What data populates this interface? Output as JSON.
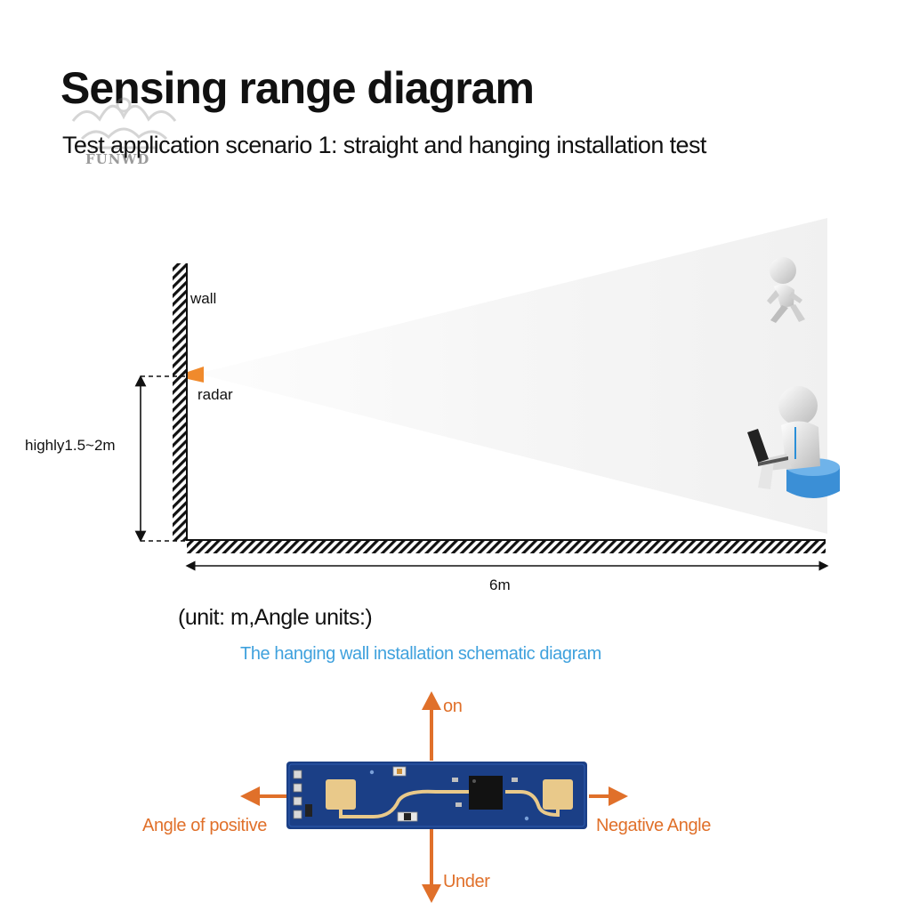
{
  "header": {
    "title": "Sensing range diagram",
    "subtitle": "Test application scenario 1: straight and hanging installation test",
    "watermark_text": "FUNWD"
  },
  "scene": {
    "wall_label": "wall",
    "radar_label": "radar",
    "height_label": "highly1.5~2m",
    "width_label": "6m",
    "unit_note": "(unit: m,Angle units:)"
  },
  "schematic": {
    "title": "The hanging wall installation schematic diagram",
    "directions": {
      "up": "on",
      "down": "Under",
      "left": "Angle of positive",
      "right": "Negative Angle"
    }
  },
  "colors": {
    "arrow": "#e0702a",
    "schematic_title": "#3fa1dd",
    "board": "#1b3f86",
    "pad": "#e9c98a",
    "radar": "#f08a2c",
    "seat": "#3b8fd6"
  }
}
